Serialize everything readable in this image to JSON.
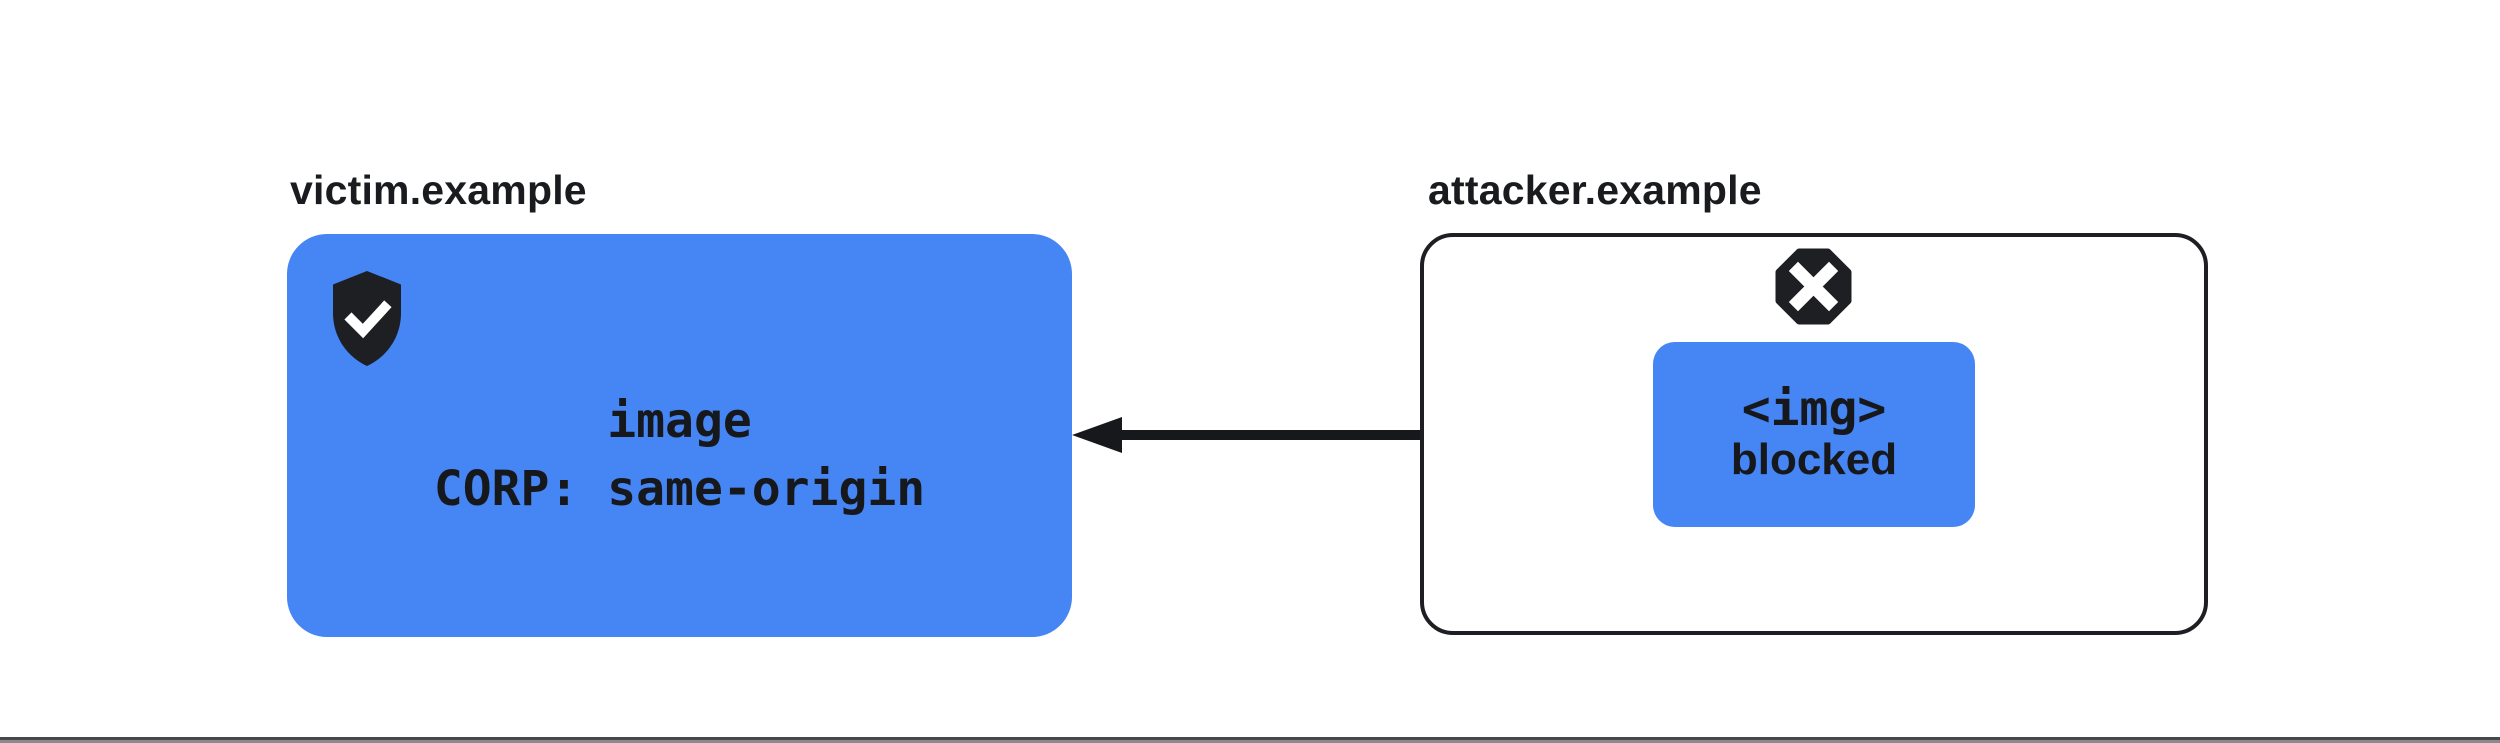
{
  "colors": {
    "accent_blue": "#4585F4",
    "dark": "#1d1f23",
    "text_dark": "#17181b",
    "divider_gray": "#8a8b8f"
  },
  "diagram": {
    "victim": {
      "label": "victim.example",
      "icon": "shield-check-icon",
      "card_line1": "image",
      "card_line2": "CORP: same-origin"
    },
    "attacker": {
      "label": "attacker.example",
      "icon": "blocked-octagon-x-icon",
      "blocked_line1": "<img>",
      "blocked_line2": "blocked"
    },
    "arrow": {
      "meaning": "cross-origin request from attacker.example to victim.example",
      "direction": "right-to-left"
    }
  }
}
